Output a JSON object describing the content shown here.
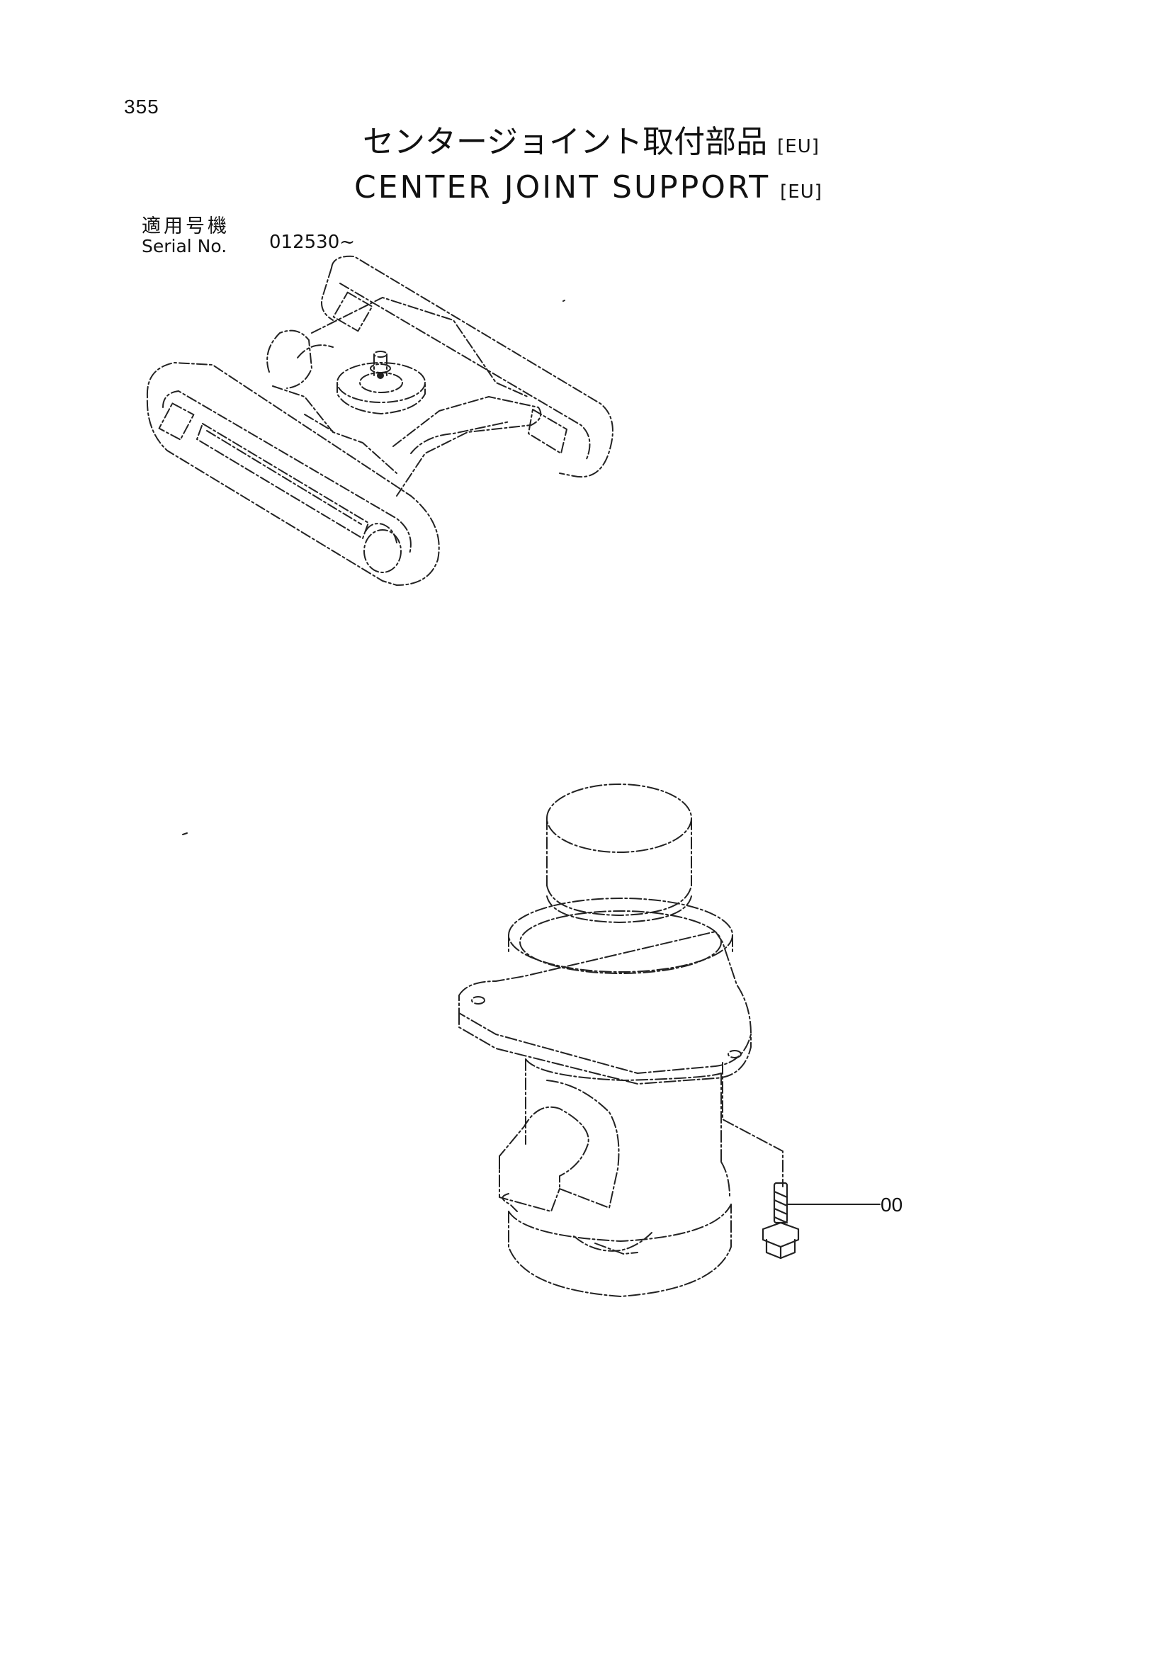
{
  "header": {
    "page_number": "355",
    "title_jp": "センタージョイント取付部品",
    "title_en": "CENTER  JOINT  SUPPORT",
    "region_tag": "[EU]"
  },
  "serial": {
    "label_jp": "適用号機",
    "label_en": "Serial No.",
    "value": "012530~"
  },
  "callouts": [
    {
      "label": "00"
    }
  ]
}
